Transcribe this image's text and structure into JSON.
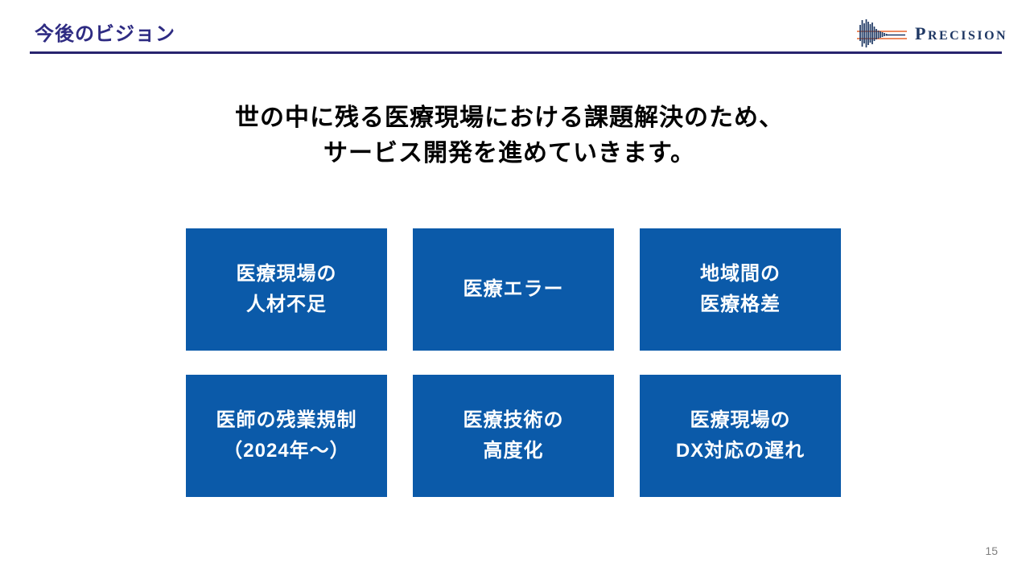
{
  "slide": {
    "header": {
      "title": "今後のビジョン",
      "logo": {
        "icon": "waveform-icon",
        "initial": "P",
        "rest": "RECISION"
      }
    },
    "heading": {
      "line1": "世の中に残る医療現場における課題解決のため、",
      "line2": "サービス開発を進めていきます。"
    },
    "boxes": [
      {
        "lines": [
          "医療現場の",
          "人材不足"
        ]
      },
      {
        "lines": [
          "医療エラー"
        ]
      },
      {
        "lines": [
          "地域間の",
          "医療格差"
        ]
      },
      {
        "lines": [
          "医師の残業規制",
          "（2024年～）"
        ]
      },
      {
        "lines": [
          "医療技術の",
          "高度化"
        ]
      },
      {
        "lines": [
          "医療現場の",
          "DX対応の遅れ"
        ]
      }
    ],
    "footer": {
      "page_number": "15"
    },
    "colors": {
      "title_navy": "#2E2B82",
      "rule_navy": "#28246E",
      "box_blue": "#0B5AA9",
      "box_text": "#FFFFFF",
      "logo_navy": "#1F3864",
      "logo_orange": "#E8632C",
      "page_number_gray": "#7F7F7F"
    }
  }
}
